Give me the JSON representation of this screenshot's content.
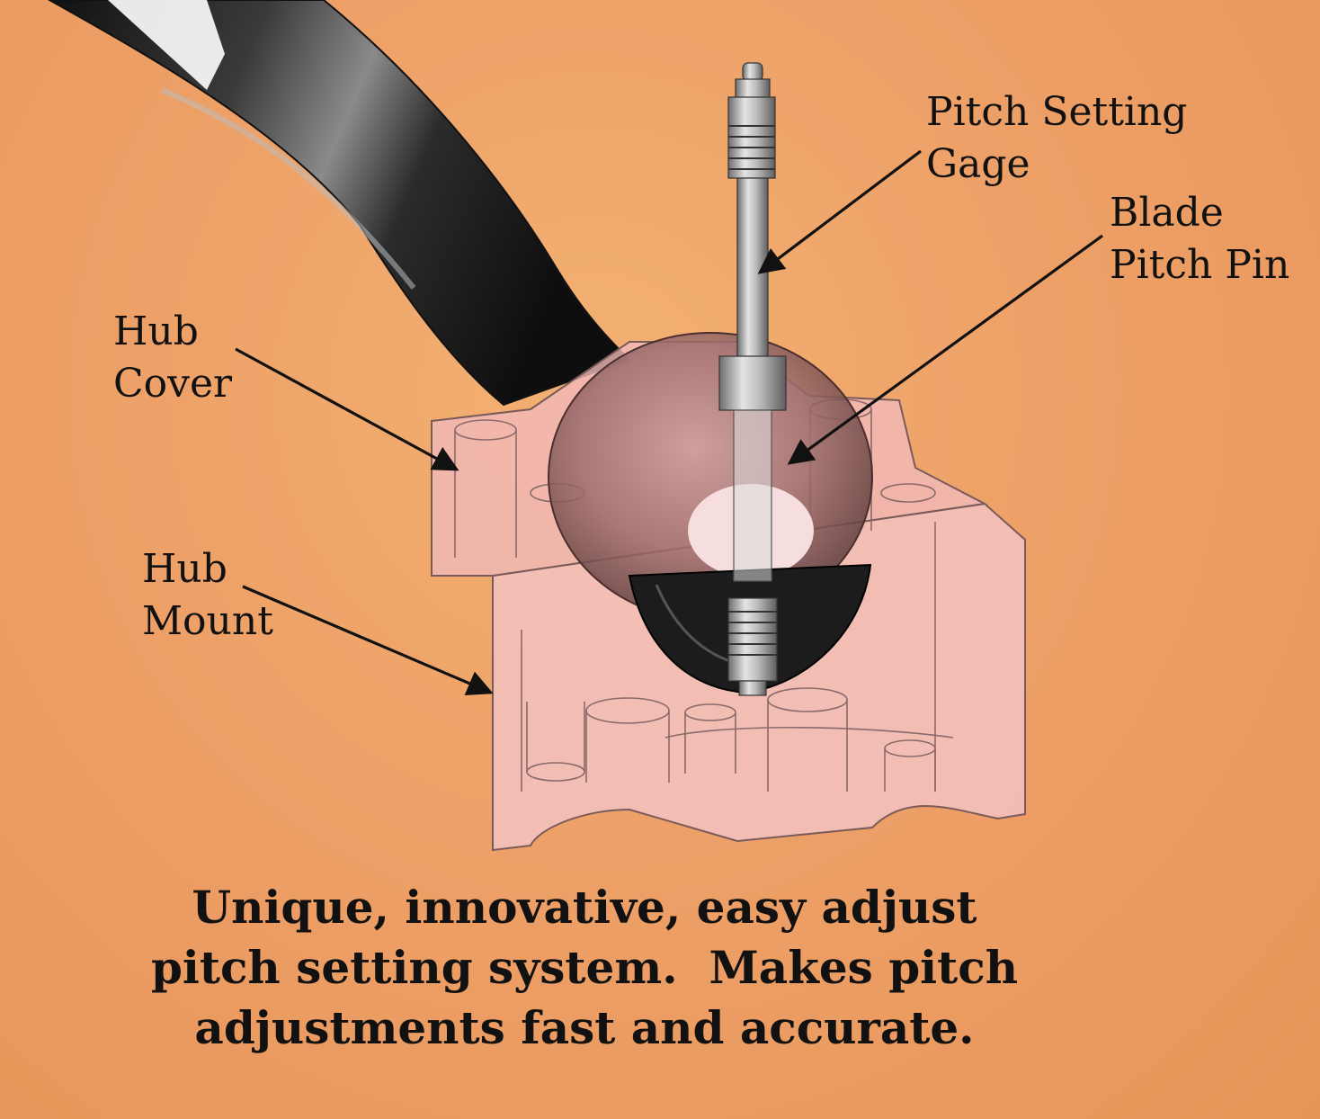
{
  "labels": {
    "gage": [
      "Pitch Setting",
      "Gage"
    ],
    "pin": [
      "Blade",
      "Pitch Pin"
    ],
    "cover": [
      "Hub",
      "Cover"
    ],
    "mount": [
      "Hub",
      "Mount"
    ]
  },
  "caption": [
    "Unique, innovative, easy adjust",
    "pitch setting system.  Makes pitch",
    "adjustments fast and accurate."
  ],
  "colors": {
    "background": "#ee9f63",
    "hub_fill": "#f3c3c3",
    "hub_outline": "#7a5a5a",
    "blade": "#2a2a2a",
    "pin": "#c9c9c9",
    "text": "#111111"
  }
}
